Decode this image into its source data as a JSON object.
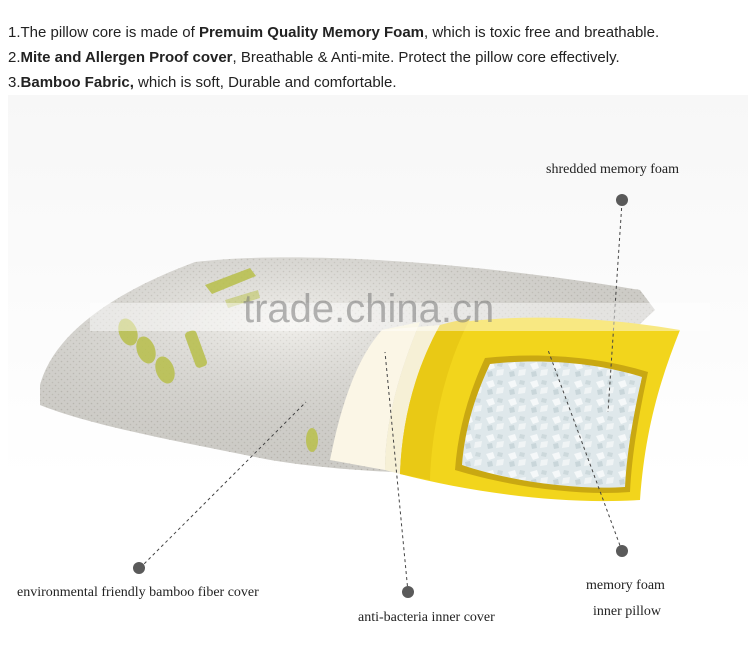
{
  "features": [
    {
      "prefix": "1.",
      "lead": "The pillow core is made of ",
      "bold": "Premuim Quality Memory Foam",
      "rest": ", which is toxic free and breathable."
    },
    {
      "prefix": "2.",
      "lead": "",
      "bold": "Mite and Allergen Proof cover",
      "rest": ", Breathable & Anti-mite. Protect the pillow core effectively."
    },
    {
      "prefix": "3.",
      "lead": "",
      "bold": "Bamboo Fabric,",
      "rest": " which is soft, Durable and comfortable."
    }
  ],
  "callouts": {
    "shredded": "shredded memory foam",
    "bamboo_cover": "environmental friendly bamboo fiber cover",
    "inner_cover": "anti-bacteria inner cover",
    "inner_pillow_line1": "memory foam",
    "inner_pillow_line2": "inner pillow"
  },
  "watermark": "trade.china.cn",
  "colors": {
    "yellow": "#f2d51c",
    "cover": "#e8e6e0",
    "bamboo_print": "#b8bf4a",
    "foam": "#e4ecee"
  }
}
